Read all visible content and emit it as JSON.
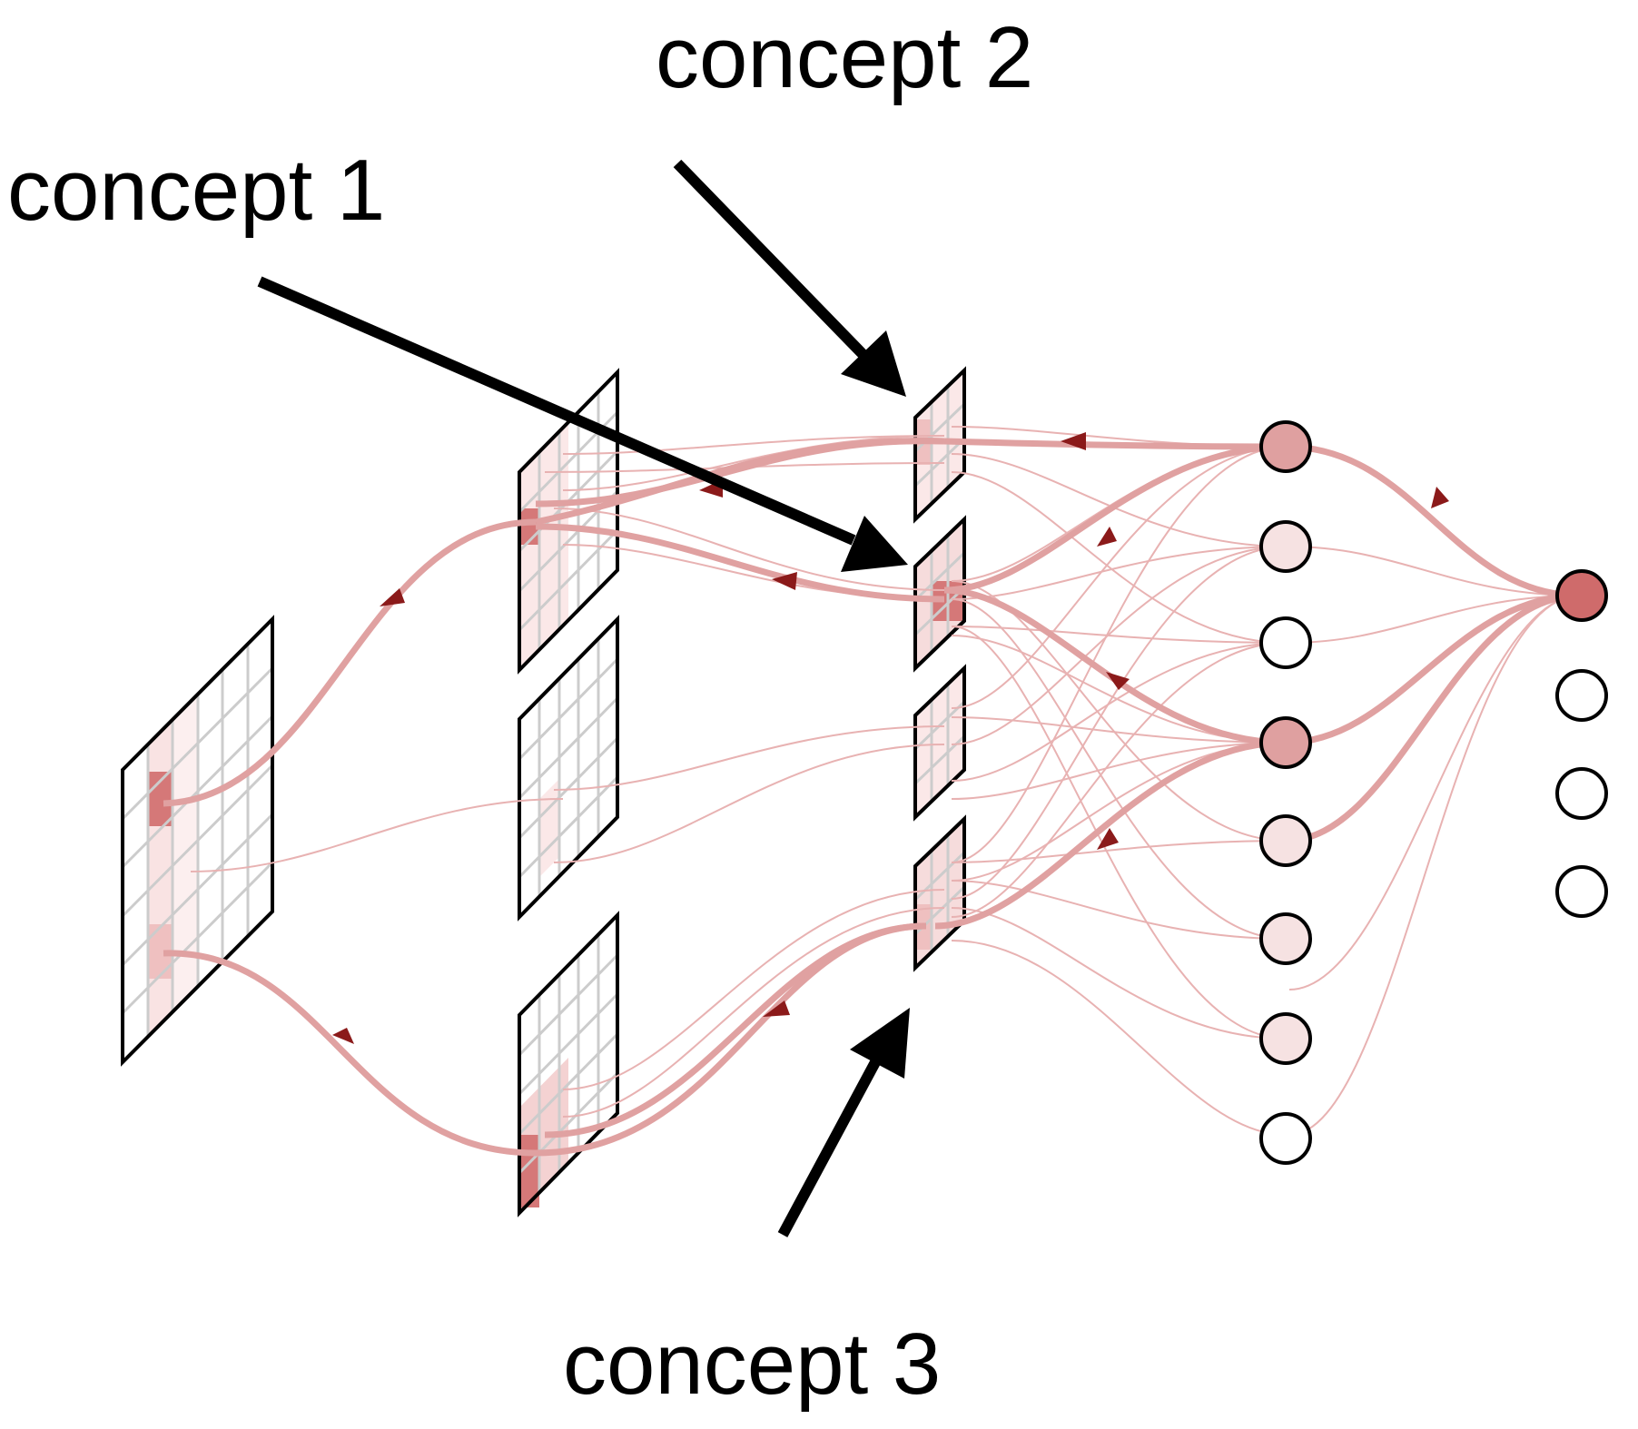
{
  "labels": {
    "concept_1": "concept 1",
    "concept_2": "concept 2",
    "concept_3": "concept 3"
  },
  "colors": {
    "edge": "#e3a7a7",
    "edge_strong": "#d98f8f",
    "arrow": "#8b1a1a",
    "node_strong": "#cf6b6b",
    "node_medium": "#dfa0a0",
    "node_light": "#f6e2e2",
    "node_empty": "#ffffff",
    "grid_line": "#cccccc",
    "cell_light": "#f9e3e3",
    "cell_medium": "#efc0c0",
    "cell_strong": "#d57878",
    "pointer": "#000000"
  }
}
